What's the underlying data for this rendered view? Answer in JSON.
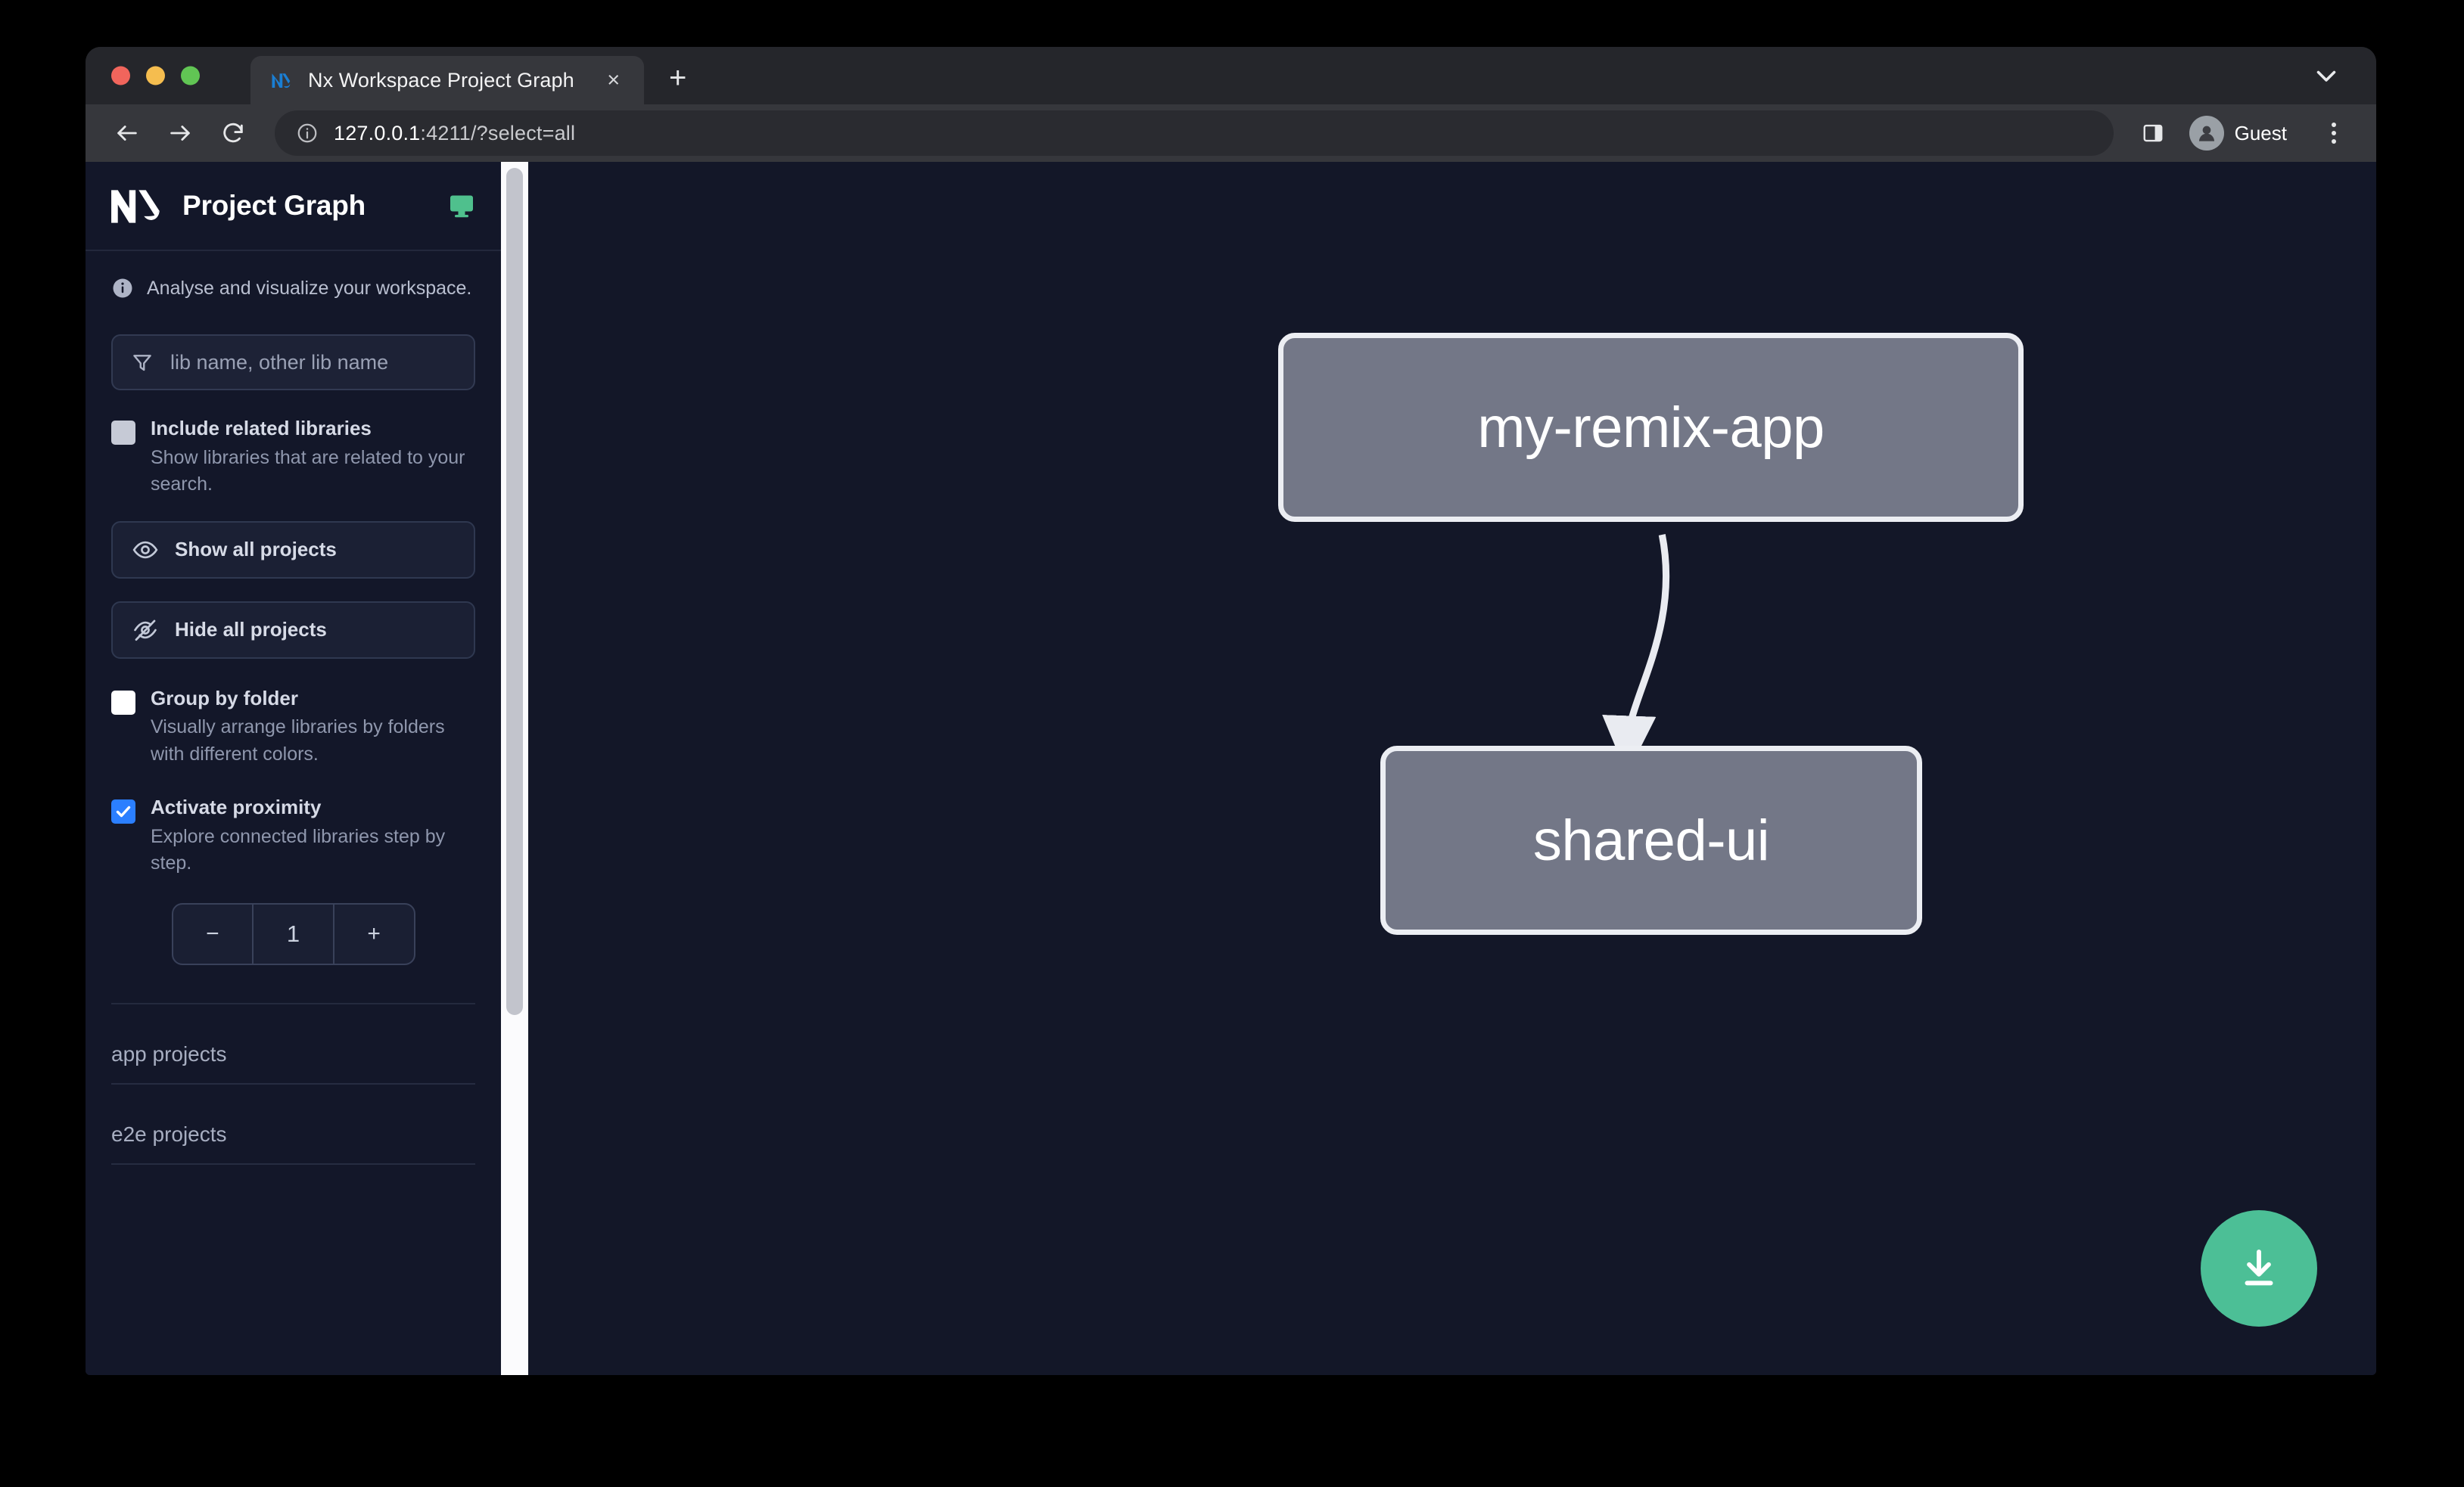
{
  "browser": {
    "tab": {
      "title": "Nx Workspace Project Graph",
      "favicon": "nx-logo-icon",
      "close": "×"
    },
    "new_tab_label": "+",
    "tab_list_icon": "chevron-down-icon",
    "nav": {
      "back": "back-arrow-icon",
      "forward": "forward-arrow-icon",
      "reload": "reload-icon"
    },
    "omnibox": {
      "site_info_icon": "info-circle-icon",
      "host": "127.0.0.1",
      "rest": ":4211/?select=all"
    },
    "side_panel_icon": "side-panel-icon",
    "profile": {
      "avatar_icon": "person-icon",
      "name": "Guest"
    },
    "menu_icon": "kebab-menu-icon"
  },
  "sidebar": {
    "logo": "nx-logo-icon",
    "title": "Project Graph",
    "monitor_icon": "monitor-icon",
    "monitor_color": "#4fc08d",
    "info_icon": "info-icon",
    "subtitle": "Analyse and visualize your workspace.",
    "filter": {
      "icon": "funnel-icon",
      "placeholder": "lib name, other lib name",
      "value": ""
    },
    "options": [
      {
        "name": "include-related-libraries",
        "label": "Include related libraries",
        "description": "Show libraries that are related to your search.",
        "checked": false,
        "style": "grey"
      },
      {
        "name": "group-by-folder",
        "label": "Group by folder",
        "description": "Visually arrange libraries by folders with different colors.",
        "checked": false,
        "style": "white"
      },
      {
        "name": "activate-proximity",
        "label": "Activate proximity",
        "description": "Explore connected libraries step by step.",
        "checked": true,
        "style": "blue",
        "accent": "#2b7fff"
      }
    ],
    "buttons": [
      {
        "name": "show-all-projects",
        "label": "Show all projects",
        "icon": "eye-icon"
      },
      {
        "name": "hide-all-projects",
        "label": "Hide all projects",
        "icon": "eye-slash-icon"
      }
    ],
    "stepper": {
      "decrement": "−",
      "value": "1",
      "increment": "+"
    },
    "sections": [
      {
        "name": "app-projects",
        "label": "app projects"
      },
      {
        "name": "e2e-projects",
        "label": "e2e projects"
      }
    ]
  },
  "graph": {
    "background": "#131728",
    "node_fill": "#737787",
    "node_border": "#eceef3",
    "nodes": [
      {
        "id": "my-remix-app",
        "label": "my-remix-app"
      },
      {
        "id": "shared-ui",
        "label": "shared-ui"
      }
    ],
    "edges": [
      {
        "from": "my-remix-app",
        "to": "shared-ui"
      }
    ],
    "download_button": {
      "name": "download-image-button",
      "icon": "download-icon",
      "color": "#4cbf96"
    }
  }
}
